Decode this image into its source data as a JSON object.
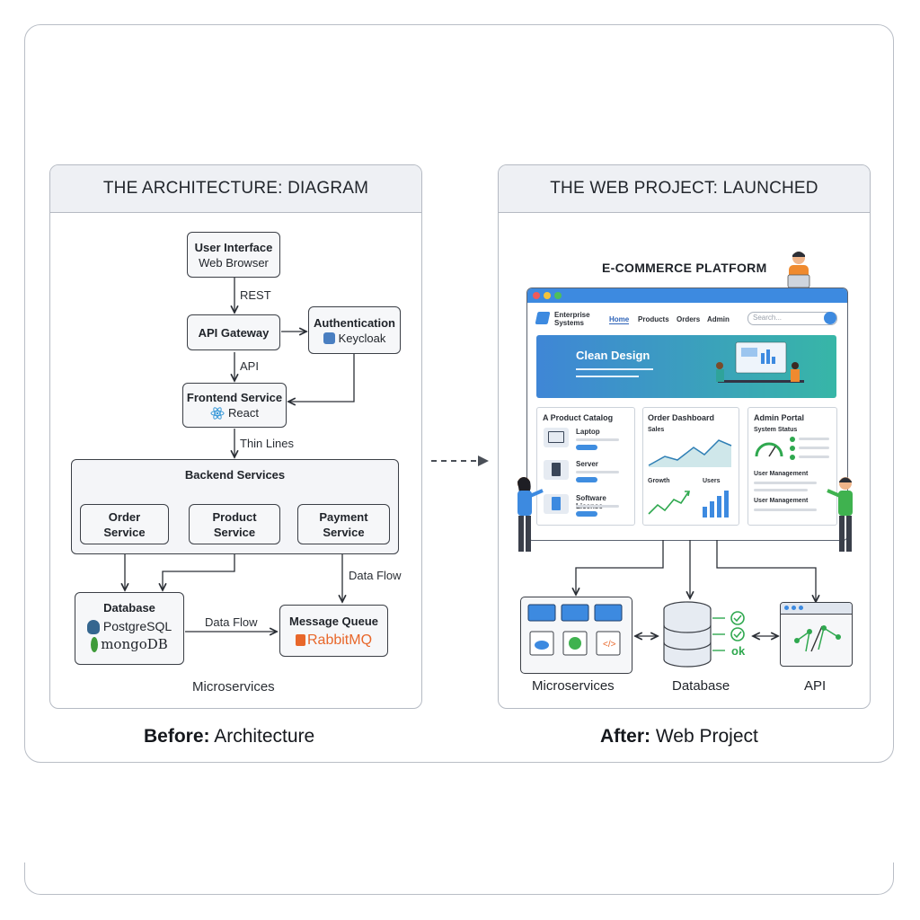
{
  "left_panel": {
    "title": "THE ARCHITECTURE: DIAGRAM",
    "nodes": {
      "ui": {
        "title": "User Interface",
        "sub": "Web Browser"
      },
      "gateway": {
        "title": "API Gateway"
      },
      "auth": {
        "title": "Authentication",
        "sub": "Keycloak"
      },
      "frontend": {
        "title": "Frontend Service",
        "sub": "React"
      },
      "backend": {
        "title": "Backend Services"
      },
      "order": {
        "title": "Order Service"
      },
      "product": {
        "title": "Product Service"
      },
      "payment": {
        "title": "Payment Service"
      },
      "database": {
        "title": "Database",
        "db1": "PostgreSQL",
        "db2": "mongoDB"
      },
      "queue": {
        "title": "Message Queue",
        "sub": "RabbitMQ"
      }
    },
    "edge_labels": {
      "rest": "REST",
      "api": "API",
      "thin_lines": "Thin Lines",
      "data_flow_1": "Data Flow",
      "data_flow_2": "Data Flow"
    },
    "footer": "Microservices"
  },
  "right_panel": {
    "title": "THE WEB PROJECT: LAUNCHED",
    "platform_title": "E-COMMERCE PLATFORM",
    "site": {
      "brand_line1": "Enterprise",
      "brand_line2": "Systems",
      "nav": [
        "Home",
        "Products",
        "Orders",
        "Admin"
      ],
      "search_placeholder": "Search...",
      "hero_title": "Clean Design",
      "catalog": {
        "title": "A Product Catalog",
        "items": [
          "Laptop",
          "Server",
          "Software License"
        ]
      },
      "dashboard": {
        "title": "Order Dashboard",
        "sales": "Sales",
        "growth": "Growth",
        "users": "Users"
      },
      "admin": {
        "title": "Admin Portal",
        "status": "System Status",
        "mgmt1": "User Management",
        "mgmt2": "User Management"
      }
    },
    "bottom": {
      "microservices": "Microservices",
      "database": "Database",
      "api": "API",
      "ok": "ok"
    }
  },
  "captions": {
    "before_bold": "Before:",
    "before_rest": " Architecture",
    "after_bold": "After:",
    "after_rest": " Web Project"
  },
  "colors": {
    "accent_blue": "#3f8de0",
    "green": "#2fa84f",
    "rabbit_orange": "#e8672a",
    "mongo_green": "#3f9b3a"
  }
}
